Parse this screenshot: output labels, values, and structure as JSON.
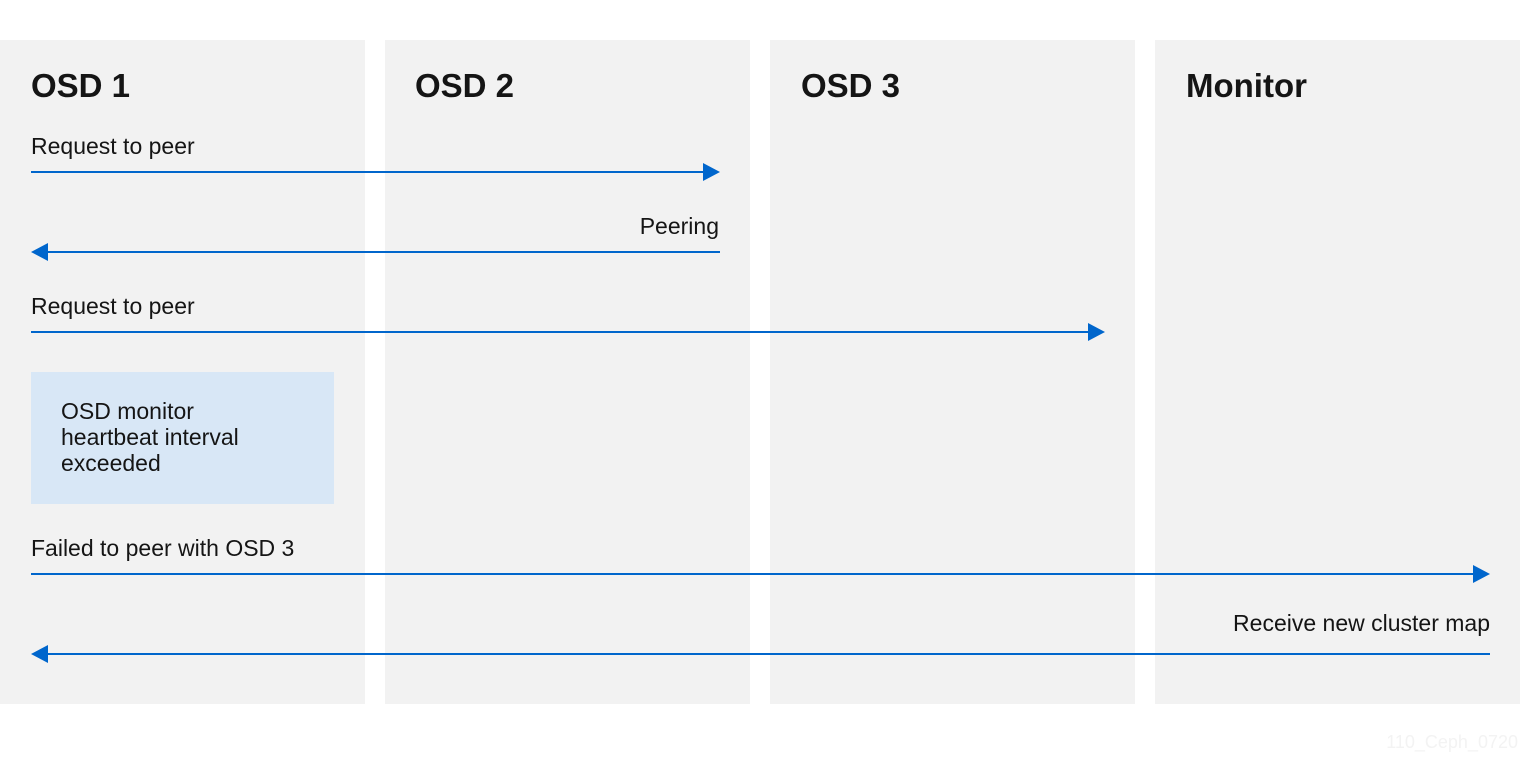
{
  "lanes": [
    "OSD 1",
    "OSD 2",
    "OSD 3",
    "Monitor"
  ],
  "messages": [
    {
      "label": "Request to peer",
      "from": "OSD 1",
      "to": "OSD 2"
    },
    {
      "label": "Peering",
      "from": "OSD 2",
      "to": "OSD 1"
    },
    {
      "label": "Request to peer",
      "from": "OSD 1",
      "to": "OSD 3"
    },
    {
      "label": "Failed to peer with OSD 3",
      "from": "OSD 1",
      "to": "Monitor"
    },
    {
      "label": "Receive new cluster map",
      "from": "Monitor",
      "to": "OSD 1"
    }
  ],
  "note": {
    "lane": "OSD 1",
    "text": "OSD monitor\nheartbeat interval\nexceeded"
  },
  "watermark": "110_Ceph_0720",
  "colors": {
    "lane_background": "#f2f2f2",
    "arrow": "#0066cc",
    "note_background": "#d8e7f6",
    "text": "#151515"
  }
}
